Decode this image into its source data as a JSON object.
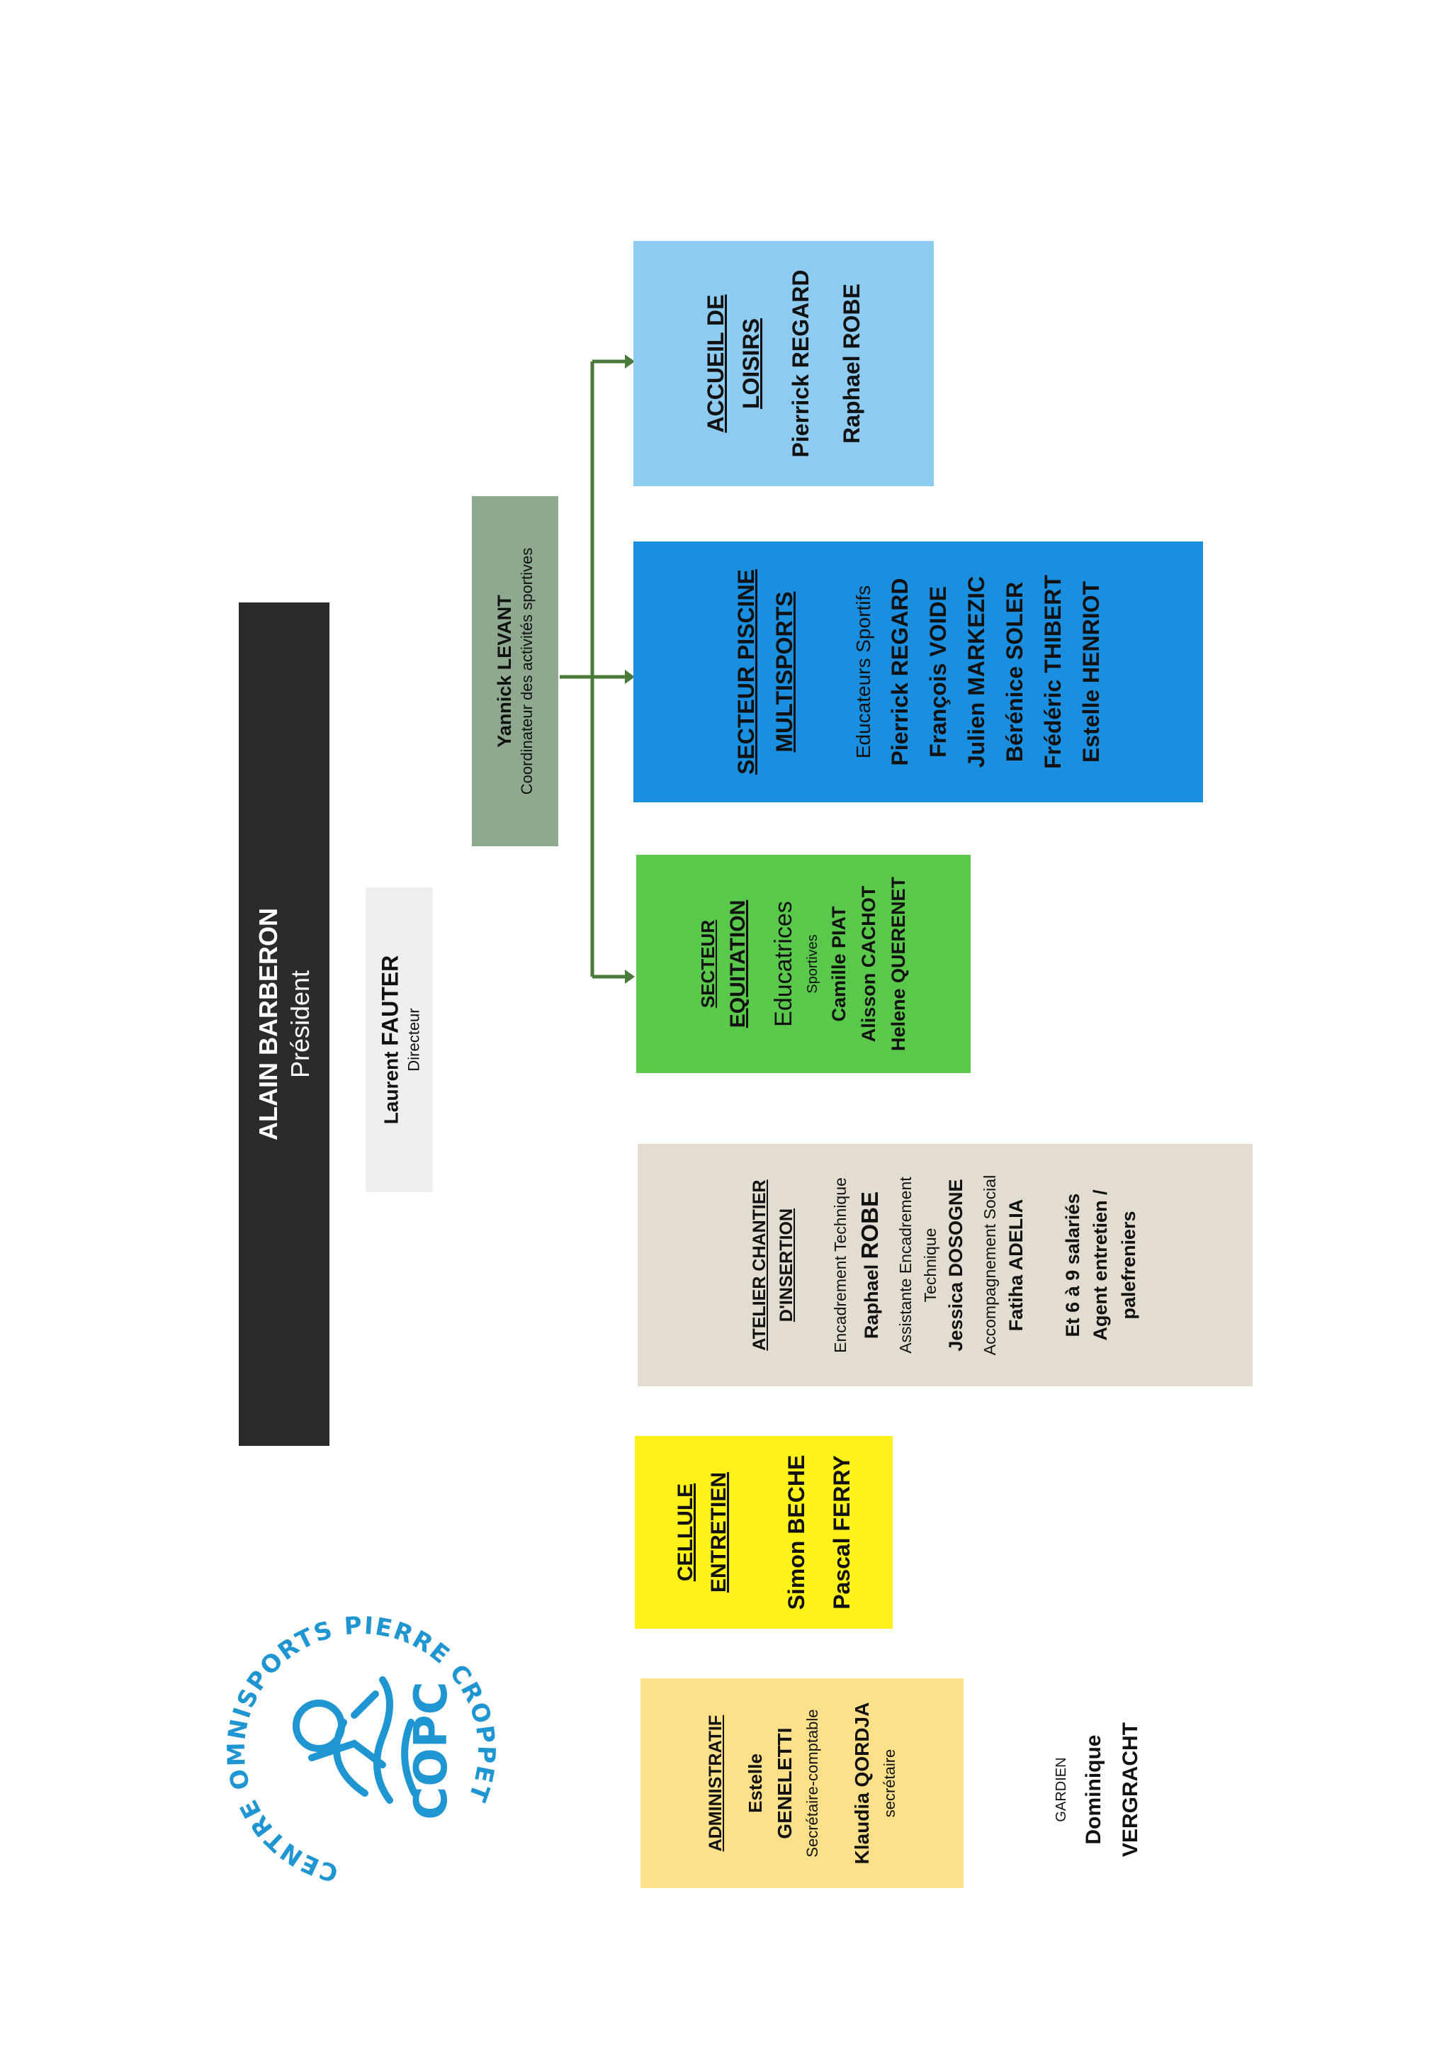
{
  "colors": {
    "president": "#2b2b2b",
    "directeur": "#efefef",
    "coordinateur": "#8ea98f",
    "loisirs": "#8ecbf0",
    "piscine": "#1a8fe0",
    "equitation": "#5ac84a",
    "atelier": "#e2ddd0",
    "entretien": "#fff21a",
    "administratif": "#fde08a",
    "logo": "#1f96d1",
    "connector": "#4a7a3a"
  },
  "president": {
    "name": "ALAIN BARBERON",
    "role": "Président"
  },
  "directeur": {
    "first": "Laurent",
    "last": "FAUTER",
    "role": "Directeur"
  },
  "coordinateur": {
    "name": "Yannick LEVANT",
    "role": "Coordinateur des activités sportives"
  },
  "loisirs": {
    "title1": "ACCUEIL DE",
    "title2": "LOISIRS",
    "members": [
      "Pierrick REGARD",
      "Raphael ROBE"
    ]
  },
  "piscine": {
    "title1": "SECTEUR PISCINE",
    "title2": "MULTISPORTS",
    "subtitle": "Educateurs Sportifs",
    "members": [
      "Pierrick REGARD",
      "François VOIDE",
      "Julien MARKEZIC",
      "Bérénice SOLER",
      "Frédéric THIBERT",
      "Estelle HENRIOT"
    ]
  },
  "equitation": {
    "title1": "SECTEUR",
    "title2": "EQUITATION",
    "subtitle1": "Educatrices",
    "subtitle2": "Sportives",
    "members": [
      "Camille PIAT",
      "Alisson CACHOT",
      "Helene QUERENET"
    ]
  },
  "atelier": {
    "title1": "ATELIER CHANTIER",
    "title2": "D'INSERTION",
    "role1": "Encadrement Technique",
    "person1_first": "Raphael",
    "person1_last": "ROBE",
    "role2a": "Assistante Encadrement",
    "role2b": "Technique",
    "person2_first": "Jessica",
    "person2_last": "DOSOGNE",
    "role3": "Accompagnement Social",
    "person3_first": "Fatiha",
    "person3_last": "ADELIA",
    "extra1": "Et 6 à 9 salariés",
    "extra2a": "Agent entretien /",
    "extra2b": "palefreniers"
  },
  "entretien": {
    "title1": "CELLULE",
    "title2": "ENTRETIEN",
    "members": [
      "Simon BECHE",
      "Pascal FERRY"
    ]
  },
  "administratif": {
    "title": "ADMINISTRATIF",
    "person1_first": "Estelle",
    "person1_last": "GENELETTI",
    "role1": "Secrétaire-comptable",
    "person2": "Klaudia QORDJA",
    "role2": "secrétaire"
  },
  "gardien": {
    "label": "GARDIEN",
    "first": "Dominique",
    "last": "VERGRACHT"
  },
  "logo": {
    "arc_text": "CENTRE OMNISPORTS PIERRE CROPPET",
    "initials": "COPC"
  }
}
